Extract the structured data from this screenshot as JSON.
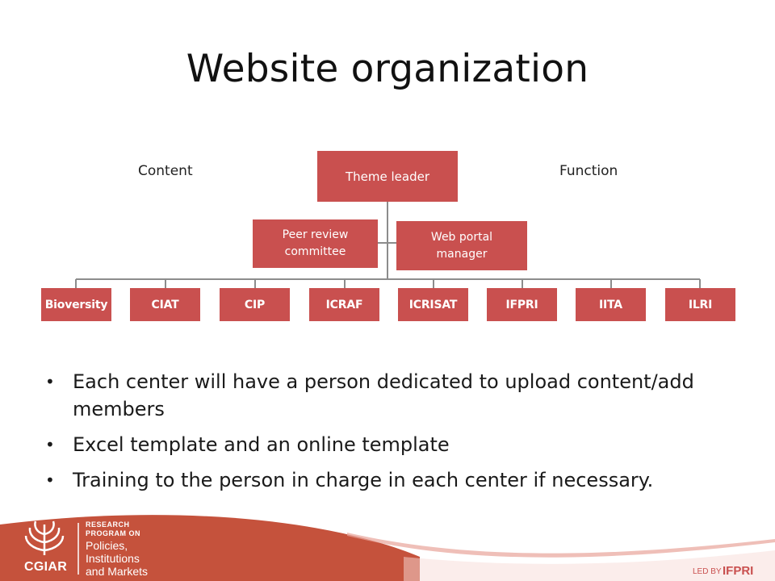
{
  "slide": {
    "title": "Website organization",
    "content_label": "Content",
    "function_label": "Function"
  },
  "org_chart": {
    "root": "Theme leader",
    "assistants": [
      "Peer review committee",
      "Web portal manager"
    ],
    "centers": [
      "Bioversity",
      "CIAT",
      "CIP",
      "ICRAF",
      "ICRISAT",
      "IFPRI",
      "IITA",
      "ILRI"
    ]
  },
  "bullets": [
    "Each center will have a person dedicated to upload content/add members",
    "Excel template and an online template",
    "Training to the person in charge in each center if necessary."
  ],
  "footer": {
    "program_line1": "RESEARCH",
    "program_line2": "PROGRAM ON",
    "program_name_1": "Policies,",
    "program_name_2": "Institutions",
    "program_name_3": "and Markets",
    "cgiar": "CGIAR",
    "led_by": "LED BY",
    "ifpri": "IFPRI"
  },
  "colors": {
    "accent": "#c9504f",
    "footer_band": "#c5523c",
    "line": "#8c8c8c"
  }
}
